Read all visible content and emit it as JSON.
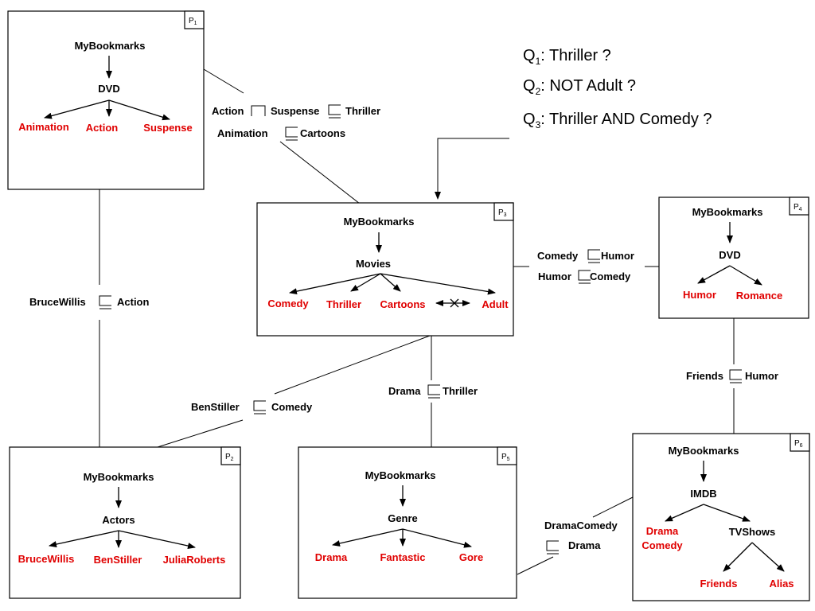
{
  "queries": [
    {
      "q": "Q",
      "n": "1",
      "text": ": Thriller ?"
    },
    {
      "q": "Q",
      "n": "2",
      "text": ": NOT Adult ?"
    },
    {
      "q": "Q",
      "n": "3",
      "text": ": Thriller AND Comedy ?"
    }
  ],
  "peers": {
    "p1": {
      "label": "P",
      "num": "1",
      "root": "MyBookmarks",
      "mid": "DVD",
      "leaves": [
        "Animation",
        "Action",
        "Suspense"
      ]
    },
    "p2": {
      "label": "P",
      "num": "2",
      "root": "MyBookmarks",
      "mid": "Actors",
      "leaves": [
        "BruceWillis",
        "BenStiller",
        "JuliaRoberts"
      ]
    },
    "p3": {
      "label": "P",
      "num": "3",
      "root": "MyBookmarks",
      "mid": "Movies",
      "leaves": [
        "Comedy",
        "Thriller",
        "Cartoons",
        "Adult"
      ]
    },
    "p4": {
      "label": "P",
      "num": "4",
      "root": "MyBookmarks",
      "mid": "DVD",
      "leaves": [
        "Humor",
        "Romance"
      ]
    },
    "p5": {
      "label": "P",
      "num": "5",
      "root": "MyBookmarks",
      "mid": "Genre",
      "leaves": [
        "Drama",
        "Fantastic",
        "Gore"
      ]
    },
    "p6": {
      "label": "P",
      "num": "6",
      "root": "MyBookmarks",
      "mid": "IMDB",
      "leaf_drama": "Drama",
      "leaf_comedy": "Comedy",
      "inner": "TVShows",
      "leaves": [
        "Friends",
        "Alias"
      ]
    }
  },
  "mappings": {
    "p1_p3": {
      "action": "Action",
      "suspense": "Suspense",
      "thriller": "Thriller",
      "animation": "Animation",
      "cartoons": "Cartoons"
    },
    "p1_p2": {
      "left": "BruceWillis",
      "right": "Action"
    },
    "p3_p4": {
      "a_left": "Comedy",
      "a_right": "Humor",
      "b_left": "Humor",
      "b_right": "Comedy"
    },
    "p3_p2": {
      "left": "BenStiller",
      "right": "Comedy"
    },
    "p3_p5": {
      "left": "Drama",
      "right": "Thriller"
    },
    "p4_p6": {
      "left": "Friends",
      "right": "Humor"
    },
    "p6_p5": {
      "top": "DramaComedy",
      "bottom": "Drama"
    }
  }
}
